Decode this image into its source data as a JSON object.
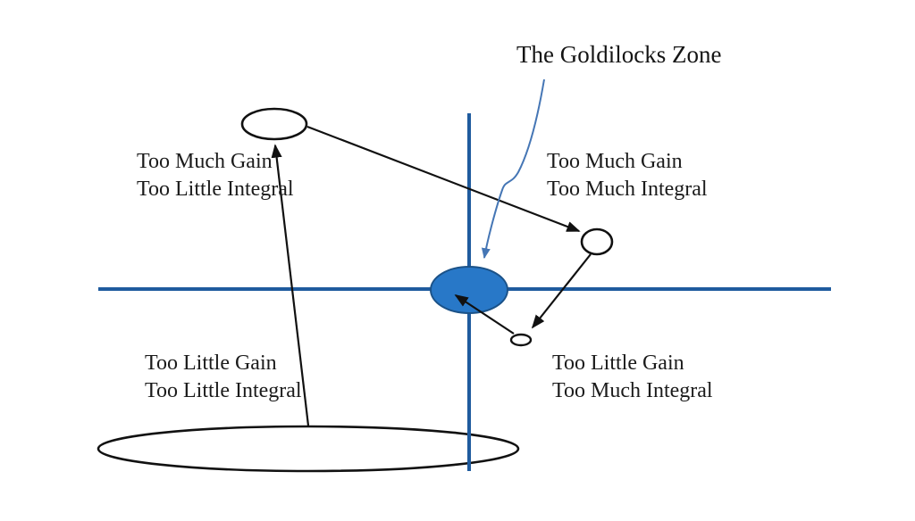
{
  "title": "The Goldilocks Zone",
  "quadrants": {
    "top_left": {
      "line1": "Too Much Gain",
      "line2": "Too Little Integral"
    },
    "top_right": {
      "line1": "Too Much Gain",
      "line2": "Too Much Integral"
    },
    "bottom_left": {
      "line1": "Too Little Gain",
      "line2": "Too Little Integral"
    },
    "bottom_right": {
      "line1": "Too Little Gain",
      "line2": "Too Much Integral"
    }
  },
  "colors": {
    "axis_blue": "#1f5b9e",
    "goldilocks_fill": "#2878c8",
    "goldilocks_stroke": "#1b5288",
    "callout_blue": "#4576b5",
    "ink": "#1b1b1b"
  }
}
